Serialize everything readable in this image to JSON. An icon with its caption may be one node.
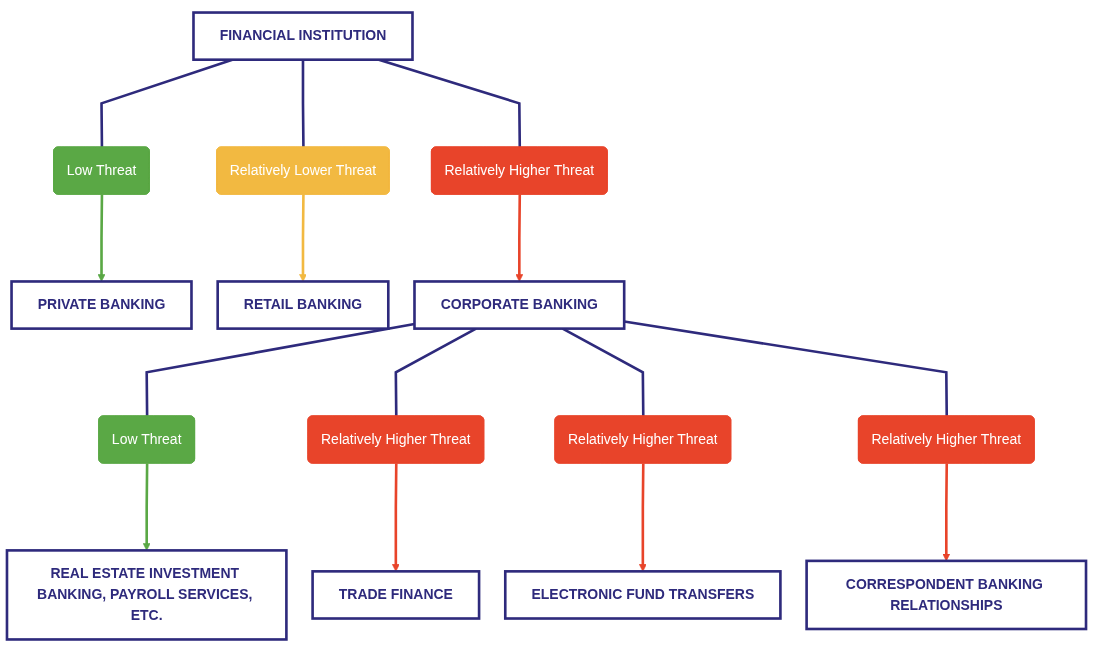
{
  "diagram": {
    "nodes": [
      {
        "text": [
          "FINANCIAL INSTITUTION"
        ]
      },
      {
        "text": [
          "Low Threat"
        ]
      },
      {
        "text": [
          "Relatively Lower Threat"
        ]
      },
      {
        "text": [
          "Relatively Higher Threat"
        ]
      },
      {
        "text": [
          "PRIVATE BANKING"
        ]
      },
      {
        "text": [
          "RETAIL BANKING"
        ]
      },
      {
        "text": [
          "CORPORATE BANKING"
        ]
      },
      {
        "text": [
          "Low Threat"
        ]
      },
      {
        "text": [
          "Relatively Higher Threat"
        ]
      },
      {
        "text": [
          "Relatively Higher Threat"
        ]
      },
      {
        "text": [
          "Relatively Higher Threat"
        ]
      },
      {
        "text": [
          "REAL ESTATE INVESTMENT BANKING, PAYROLL SERVICES, ETC."
        ]
      },
      {
        "text": [
          "TRADE FINANCE"
        ]
      },
      {
        "text": [
          "ELECTRONIC FUND TRANSFERS"
        ]
      },
      {
        "text": [
          "CORRESPONDENT BANKING RELATIONSHIPS"
        ]
      }
    ],
    "edges": [
      {
        "from": 0,
        "to": 1,
        "arrow": "none",
        "color": "#2e2a7c"
      },
      {
        "from": 0,
        "to": 2,
        "arrow": "none",
        "color": "#2e2a7c"
      },
      {
        "from": 0,
        "to": 3,
        "arrow": "none",
        "color": "#2e2a7c"
      },
      {
        "from": 1,
        "to": 4,
        "arrow": "to",
        "color": "#5aa845"
      },
      {
        "from": 2,
        "to": 5,
        "arrow": "to",
        "color": "#f2b941"
      },
      {
        "from": 3,
        "to": 6,
        "arrow": "to",
        "color": "#e8442a"
      },
      {
        "from": 6,
        "to": 7,
        "arrow": "none",
        "color": "#2e2a7c"
      },
      {
        "from": 6,
        "to": 8,
        "arrow": "none",
        "color": "#2e2a7c"
      },
      {
        "from": 6,
        "to": 9,
        "arrow": "none",
        "color": "#2e2a7c"
      },
      {
        "from": 6,
        "to": 10,
        "arrow": "none",
        "color": "#2e2a7c"
      },
      {
        "from": 7,
        "to": 11,
        "arrow": "to",
        "color": "#5aa845"
      },
      {
        "from": 8,
        "to": 12,
        "arrow": "to",
        "color": "#e8442a"
      },
      {
        "from": 9,
        "to": 13,
        "arrow": "to",
        "color": "#e8442a"
      },
      {
        "from": 10,
        "to": 14,
        "arrow": "to",
        "color": "#e8442a"
      }
    ]
  }
}
